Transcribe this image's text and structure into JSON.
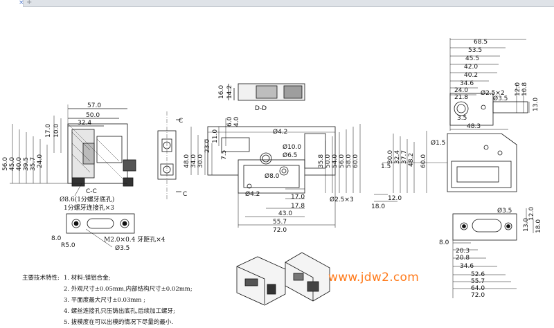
{
  "tab": {
    "close_glyph": "×",
    "new_glyph": "+"
  },
  "watermark": "www.jdw2.com",
  "notes": {
    "heading": "主要技术特性:",
    "items": [
      "1. 材料:镁铝合金;",
      "2. 外观尺寸±0.05mm,内部结构尺寸±0.02mm;",
      "3. 平面度最大尺寸±0.03mm ;",
      "4. 螺丝连接孔只压铸出底孔,后续加工螺牙;",
      "5. 拔模度在可以出模的情况下尽量的最小."
    ]
  },
  "drawing": {
    "view_left": {
      "top_dims": [
        "57.0",
        "50.0",
        "32.4"
      ],
      "left_dims": [
        "56.0",
        "45.0",
        "40.0",
        "39.5",
        "35.7",
        "24.0",
        "17.0",
        "10.0"
      ],
      "section_label": "C-C",
      "hole_note_1": "Ø8.6(1分螺牙底孔)",
      "hole_note_2": "1分螺牙连接孔×3"
    },
    "view_section_c": {
      "label_top": "C",
      "label_bottom": "C"
    },
    "view_dd": {
      "dims": [
        "16.0",
        "14.2"
      ],
      "label": "D-D"
    },
    "view_center": {
      "left_dims": [
        "48.0",
        "34.0",
        "30.0",
        "23.0",
        "11.0",
        "7.5",
        "6.0",
        "4.0"
      ],
      "callouts": [
        "Ø4.2",
        "Ø10.0",
        "Ø6.5",
        "Ø8.0",
        "Ø4.2"
      ],
      "right_dims": [
        "35.8",
        "50.0",
        "54.0",
        "56.0",
        "58.0",
        "60.0"
      ],
      "bottom_dims": [
        "17.0",
        "17.8",
        "43.0",
        "55.7",
        "72.0"
      ]
    },
    "view_right_mid": {
      "callouts": [
        "Ø1.5",
        "1.5",
        "Ø2.5×3"
      ],
      "dims": [
        "30.0",
        "32.4",
        "37.7",
        "48.2",
        "60.0",
        "12.0",
        "18.0"
      ]
    },
    "view_top_right": {
      "top_dims": [
        "68.5",
        "53.5",
        "45.5",
        "42.0",
        "40.2",
        "34.6",
        "24.0",
        "21.8"
      ],
      "callouts": [
        "Ø2.5×2",
        "Ø3.5"
      ],
      "right_dims": [
        "12.0",
        "10.8",
        "13.0"
      ],
      "bottom_dims": [
        "3.5",
        "48.3"
      ]
    },
    "view_bottom_left": {
      "dims": [
        "8.0",
        "R5.0"
      ],
      "callouts": [
        "M2.0×0.4 牙距孔×4",
        "Ø3.5"
      ]
    },
    "view_bottom_right": {
      "callouts": [
        "Ø3.5"
      ],
      "dims": [
        "8.0",
        "20.3",
        "20.8",
        "34.6",
        "52.6",
        "55.7",
        "64.0",
        "72.0",
        "12.0",
        "13.0",
        "18.0"
      ]
    }
  }
}
